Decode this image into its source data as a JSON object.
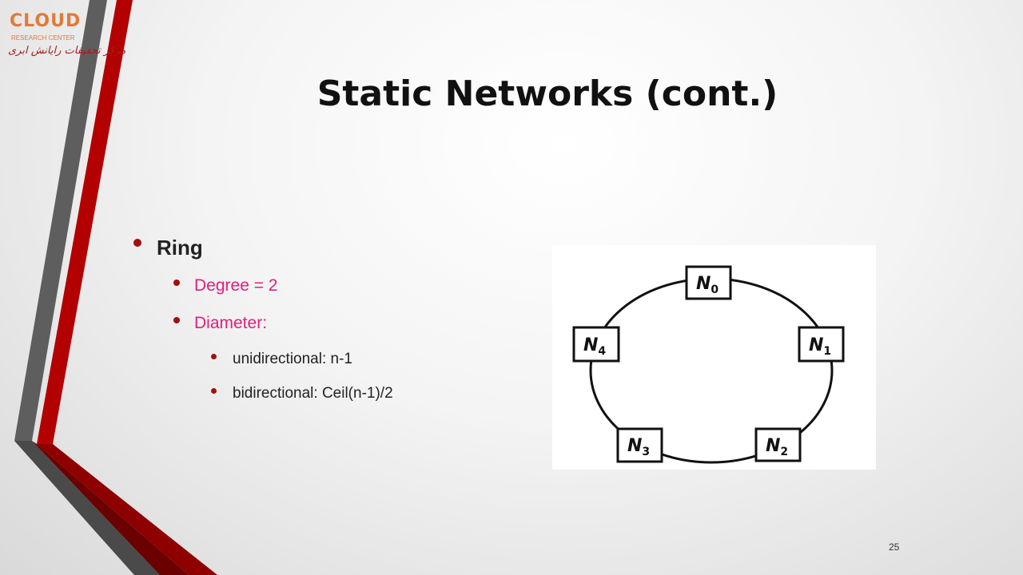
{
  "logo": {
    "name": "CLOUD",
    "subtitle": "RESEARCH CENTER",
    "script_text": "مرکز تحقیقات رایانش ابری"
  },
  "slide": {
    "title": "Static Networks (cont.)",
    "page_number": "25"
  },
  "bullets": {
    "ring": "Ring",
    "degree": "Degree = 2",
    "diameter": "Diameter:",
    "unidirectional": "unidirectional: n-1",
    "bidirectional": "bidirectional: Ceil(n-1)/2"
  },
  "diagram": {
    "nodes": [
      {
        "letter": "N",
        "index": "0"
      },
      {
        "letter": "N",
        "index": "1"
      },
      {
        "letter": "N",
        "index": "2"
      },
      {
        "letter": "N",
        "index": "3"
      },
      {
        "letter": "N",
        "index": "4"
      }
    ]
  },
  "colors": {
    "accent_red": "#b00000",
    "stripe_gray": "#5a5a5a",
    "level2_text": "#e0207a",
    "bullet_dot": "#a01010"
  }
}
